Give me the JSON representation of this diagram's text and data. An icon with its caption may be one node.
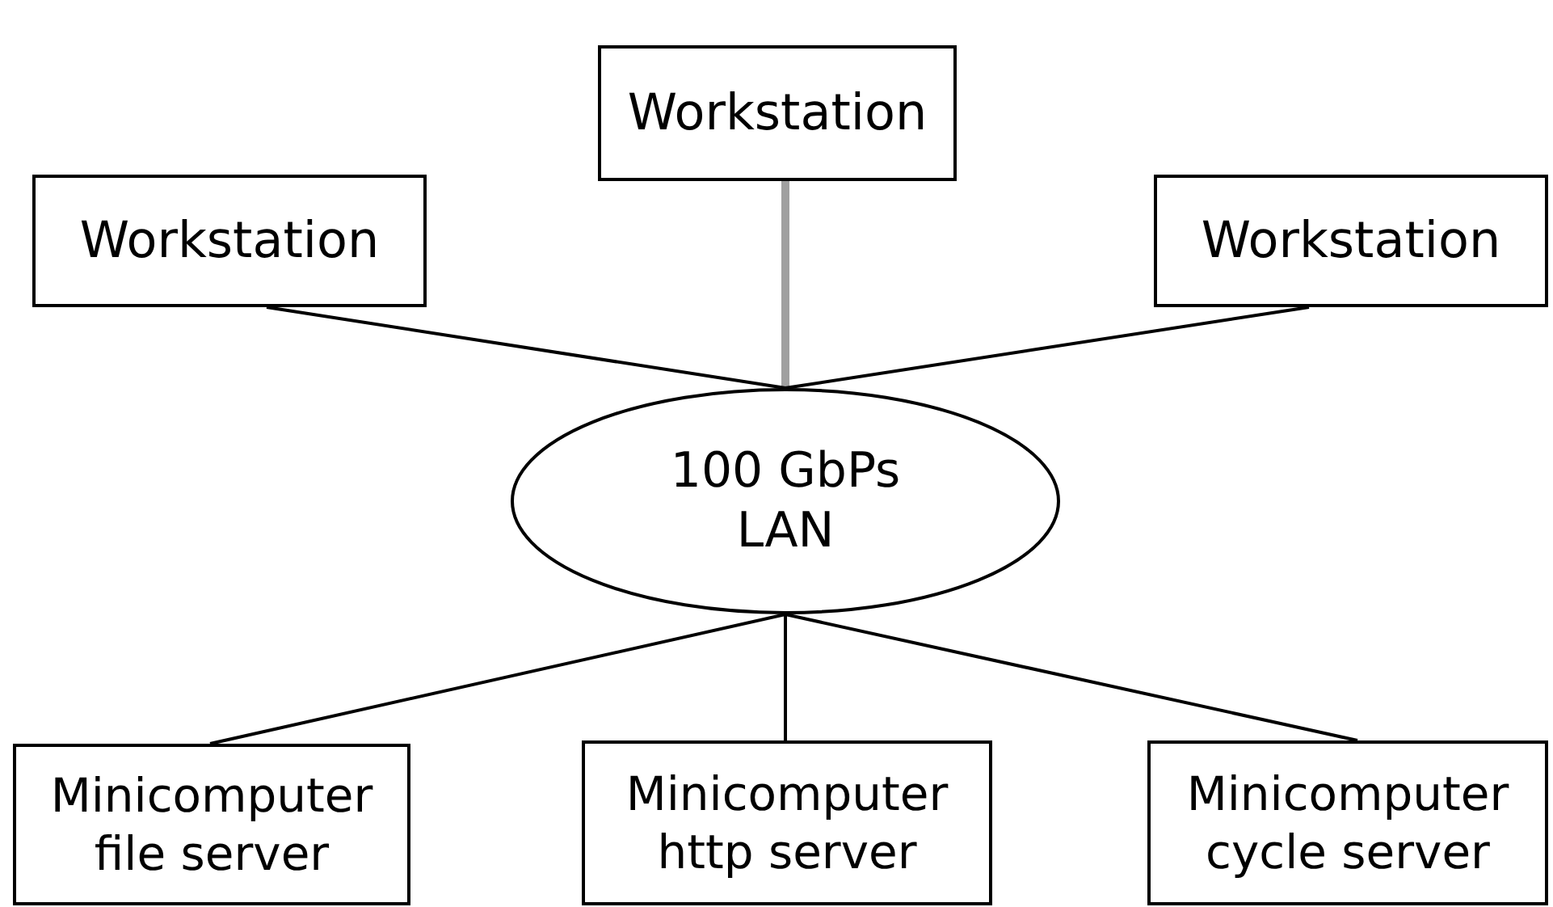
{
  "diagram": {
    "nodes": [
      {
        "text": [
          "Workstation"
        ]
      },
      {
        "text": [
          "Workstation"
        ]
      },
      {
        "text": [
          "Workstation"
        ]
      },
      {
        "text": [
          "100 GbPs LAN"
        ]
      },
      {
        "text": [
          "Minicomputer file server"
        ]
      },
      {
        "text": [
          "Minicomputer http server"
        ]
      },
      {
        "text": [
          "Minicomputer cycle server"
        ]
      }
    ],
    "edges": [
      {
        "from": 0,
        "to": 3,
        "arrow": "none",
        "style": "thick",
        "color": "#a0a0a0"
      },
      {
        "from": 1,
        "to": 3,
        "arrow": "none"
      },
      {
        "from": 2,
        "to": 3,
        "arrow": "none"
      },
      {
        "from": 3,
        "to": 4,
        "arrow": "none"
      },
      {
        "from": 3,
        "to": 5,
        "arrow": "none"
      },
      {
        "from": 3,
        "to": 6,
        "arrow": "none"
      }
    ]
  }
}
